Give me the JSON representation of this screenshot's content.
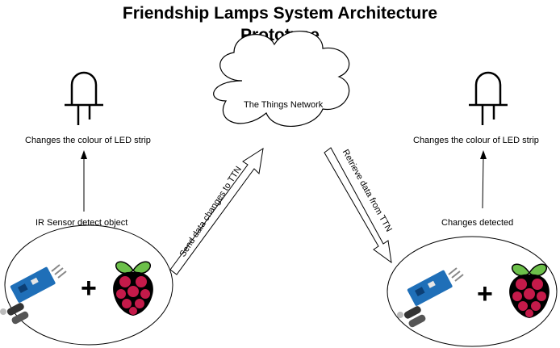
{
  "title": {
    "line1": "Friendship Lamps System Architecture",
    "line2": "Prototype"
  },
  "cloud": {
    "label": "The Things Network"
  },
  "left": {
    "led_caption": "Changes the colour of LED strip",
    "sensor_caption": "IR Sensor detect object",
    "plus": "+"
  },
  "right": {
    "led_caption": "Changes the colour of LED strip",
    "sensor_caption": "Changes detected",
    "plus": "+"
  },
  "flows": {
    "send": "Send data changes to TTN",
    "retrieve": "Retrieve data from TTN"
  },
  "icons": {
    "led": "led-bulb-icon",
    "sensor": "ir-sensor-module-icon",
    "raspberry": "raspberry-pi-logo-icon"
  },
  "colors": {
    "raspberry_red": "#c51a4a",
    "leaf_green": "#6cc04a",
    "sensor_blue": "#1f6fb8"
  }
}
